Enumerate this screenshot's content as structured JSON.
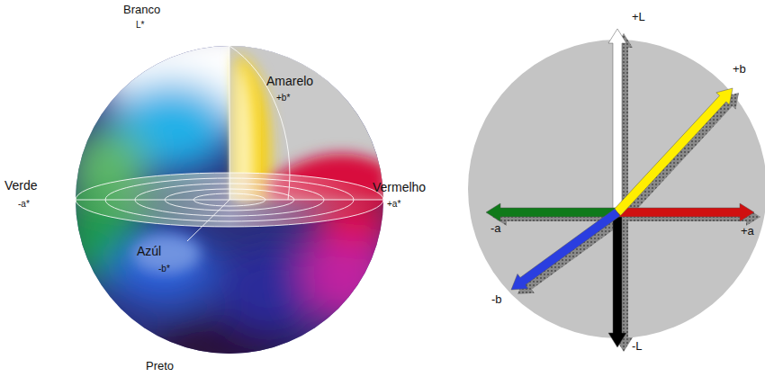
{
  "diagram": {
    "labels": [
      "Branco",
      "L*",
      "Amarelo",
      "+b*",
      "Verde",
      "-a*",
      "Vermelho",
      "+a*",
      "Azúl",
      "-b*",
      "Preto",
      "+L",
      "+b",
      "-a",
      "+a",
      "-b",
      "-L"
    ]
  }
}
